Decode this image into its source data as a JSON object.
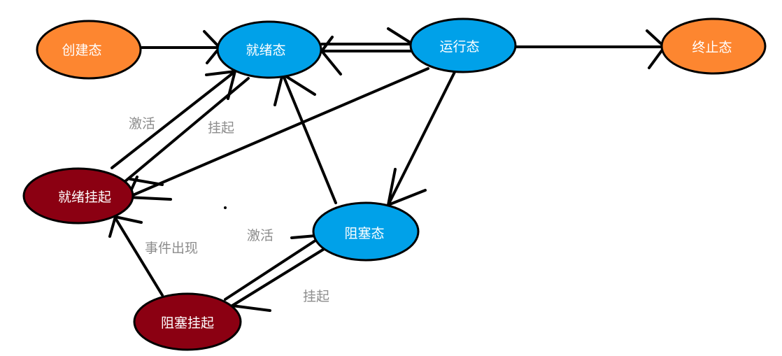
{
  "colors": {
    "orange": "#fd8630",
    "blue": "#00a1e9",
    "darkred": "#8b0012",
    "stroke": "#000000",
    "edge_label": "#8c8c8c"
  },
  "nodes": {
    "create": "创建态",
    "ready": "就绪态",
    "running": "运行态",
    "terminated": "终止态",
    "ready_suspended": "就绪挂起",
    "blocked": "阻塞态",
    "blocked_suspended": "阻塞挂起"
  },
  "edge_labels": {
    "activate_ready": "激活",
    "suspend_ready": "挂起",
    "event_occurs": "事件出现",
    "activate_blocked": "激活",
    "suspend_blocked": "挂起"
  }
}
